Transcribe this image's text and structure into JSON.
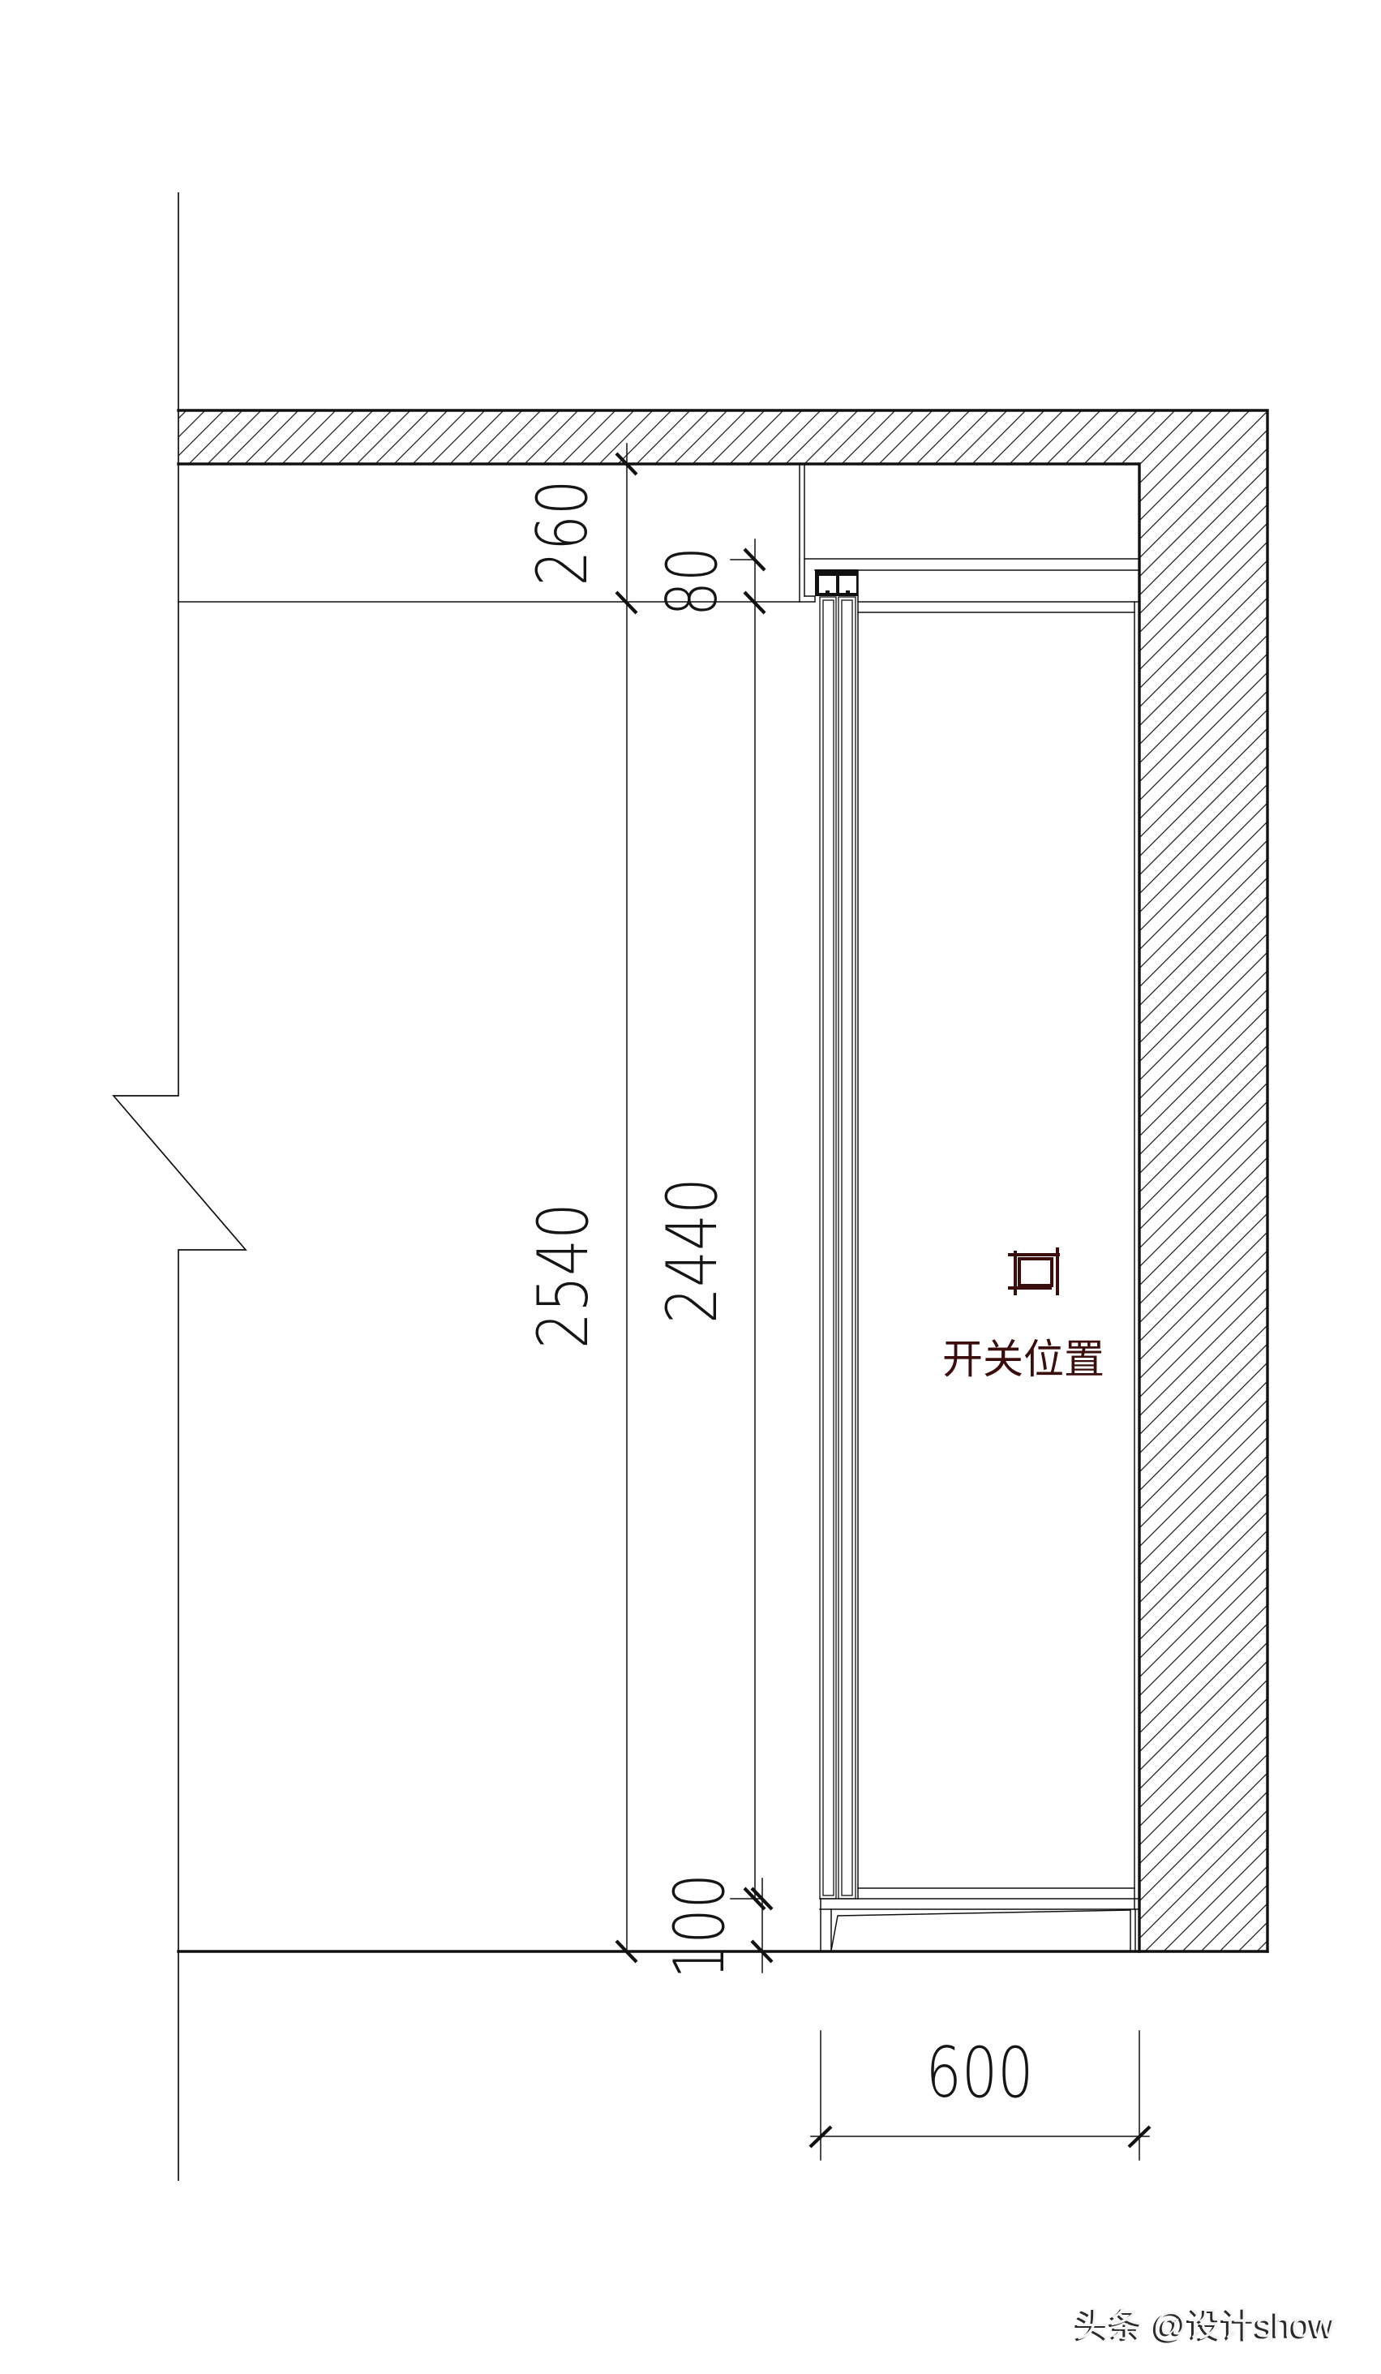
{
  "drawing": {
    "kind": "wardrobe section elevation",
    "dimensions": {
      "soffit": {
        "label": "260"
      },
      "cabinet_top_gap": {
        "label": "80"
      },
      "floor_to_ceiling": {
        "label": "2540"
      },
      "cabinet_height": {
        "label": "2440"
      },
      "plinth": {
        "label": "100"
      },
      "cabinet_depth": {
        "label": "600"
      }
    },
    "annotations": {
      "switch_position": {
        "label": "开关位置",
        "symbol": "switch-icon"
      }
    },
    "elements": [
      "wall-hatch",
      "ceiling-soffit",
      "sliding-door-track",
      "sliding-doors",
      "cabinet-body",
      "plinth",
      "floor-line",
      "break-line"
    ]
  },
  "watermark": {
    "text": "头条 @设计show"
  },
  "colors": {
    "line": "#111111",
    "annotation": "#3b0d0d",
    "background": "#ffffff",
    "watermark_fill": "#f4f4f4",
    "watermark_shadow": "#2a2a2a"
  }
}
